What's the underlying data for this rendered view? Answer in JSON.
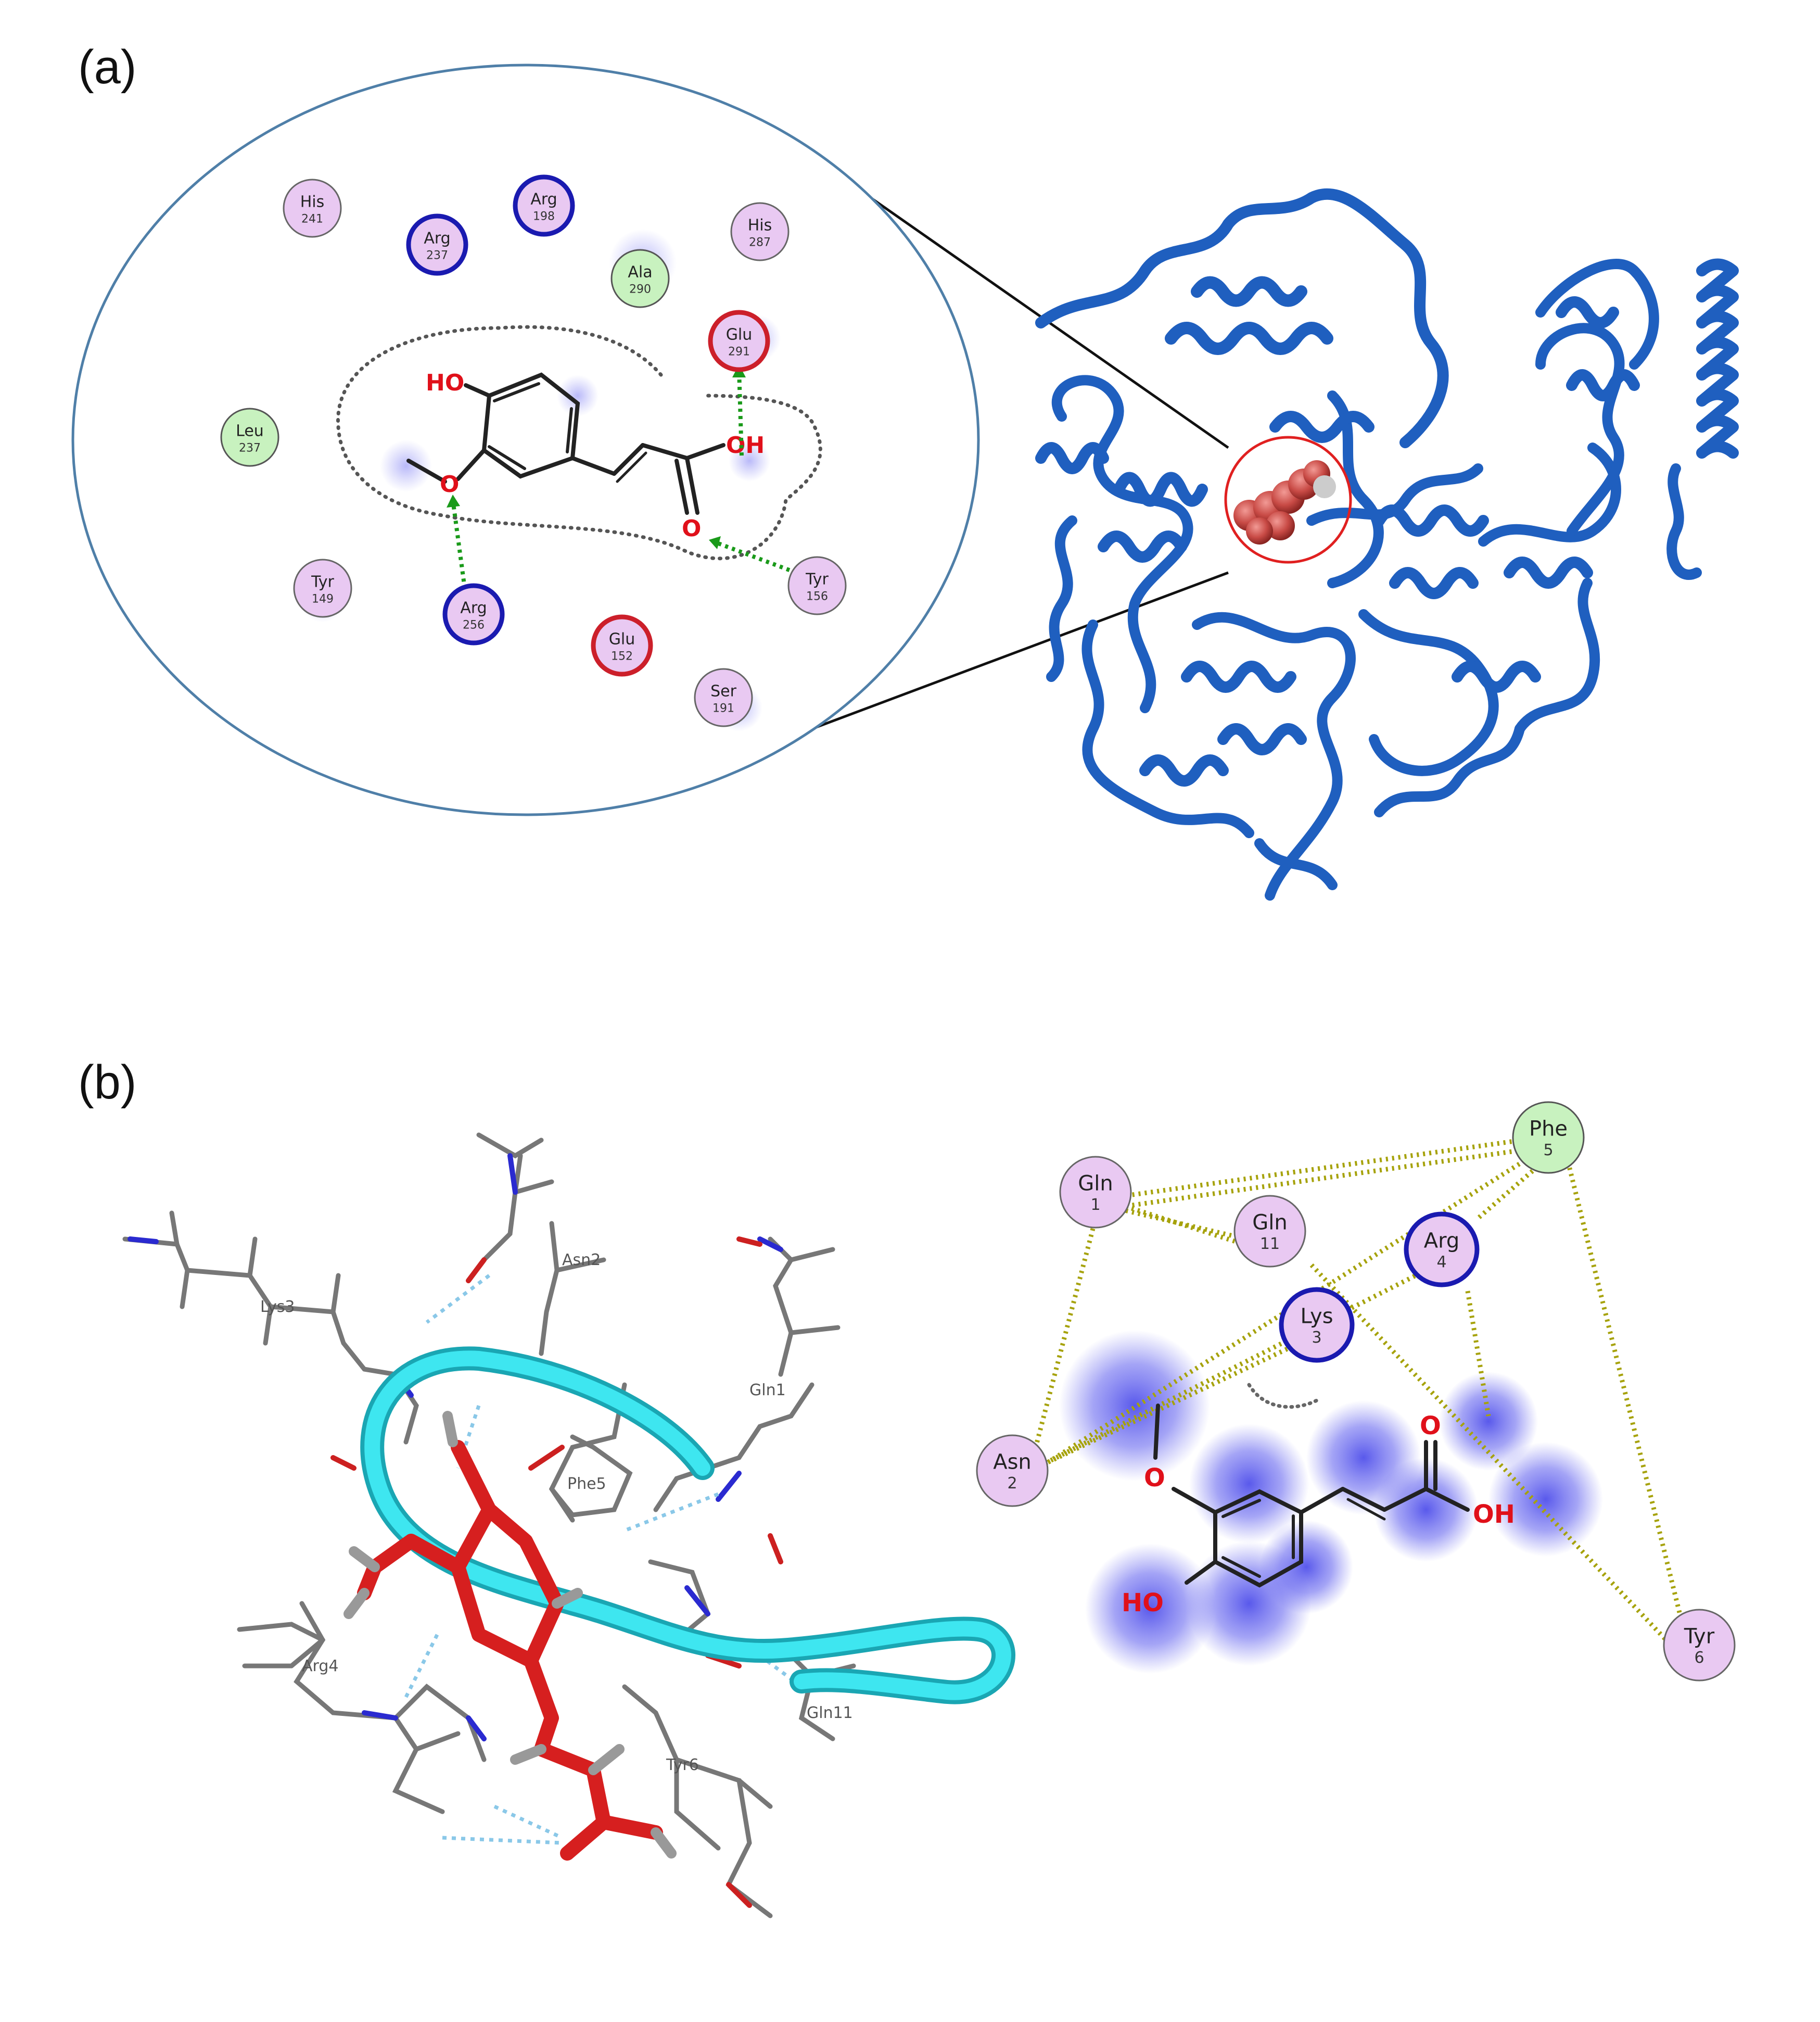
{
  "panel_a": {
    "label": "(a)",
    "atoms": {
      "ho": "HO",
      "o_methoxy": "O",
      "oh": "OH",
      "o_carbonyl": "O"
    },
    "residues": [
      {
        "name": "His",
        "num": "241",
        "type": "polar"
      },
      {
        "name": "Arg",
        "num": "237",
        "type": "basic"
      },
      {
        "name": "Arg",
        "num": "198",
        "type": "basic"
      },
      {
        "name": "His",
        "num": "287",
        "type": "polar"
      },
      {
        "name": "Ala",
        "num": "290",
        "type": "greasy"
      },
      {
        "name": "Glu",
        "num": "291",
        "type": "acidic"
      },
      {
        "name": "Leu",
        "num": "237",
        "type": "greasy"
      },
      {
        "name": "Tyr",
        "num": "149",
        "type": "polar"
      },
      {
        "name": "Arg",
        "num": "256",
        "type": "basic"
      },
      {
        "name": "Glu",
        "num": "152",
        "type": "acidic"
      },
      {
        "name": "Tyr",
        "num": "156",
        "type": "polar"
      },
      {
        "name": "Ser",
        "num": "191",
        "type": "polar"
      }
    ]
  },
  "panel_b": {
    "label": "(b)",
    "atoms": {
      "o_methoxy": "O",
      "ho": "HO",
      "o_carbonyl": "O",
      "oh": "OH"
    },
    "residues": [
      {
        "name": "Phe",
        "num": "5",
        "type": "greasy"
      },
      {
        "name": "Gln",
        "num": "1",
        "type": "polar"
      },
      {
        "name": "Gln",
        "num": "11",
        "type": "polar"
      },
      {
        "name": "Arg",
        "num": "4",
        "type": "basic"
      },
      {
        "name": "Lys",
        "num": "3",
        "type": "basic"
      },
      {
        "name": "Asn",
        "num": "2",
        "type": "polar"
      },
      {
        "name": "Tyr",
        "num": "6",
        "type": "polar"
      }
    ],
    "labels_3d": [
      "Asn2",
      "Lys3",
      "Gln1",
      "Phe5",
      "Arg4",
      "Gln11",
      "Tyr6"
    ]
  },
  "colors": {
    "protein_ribbon": "#1f5fbf",
    "ligand_red": "#d22a2a",
    "peptide_cyan": "#2ad4e0",
    "polar_fill": "#e9c9f2",
    "greasy_fill": "#c8f2bf",
    "basic_ring": "#1a1ab0",
    "acidic_ring": "#cc1f2a",
    "hbond_green": "#1a9a1a",
    "contact_olive": "#a6a20a",
    "exposure_blue": "#5050ee"
  }
}
